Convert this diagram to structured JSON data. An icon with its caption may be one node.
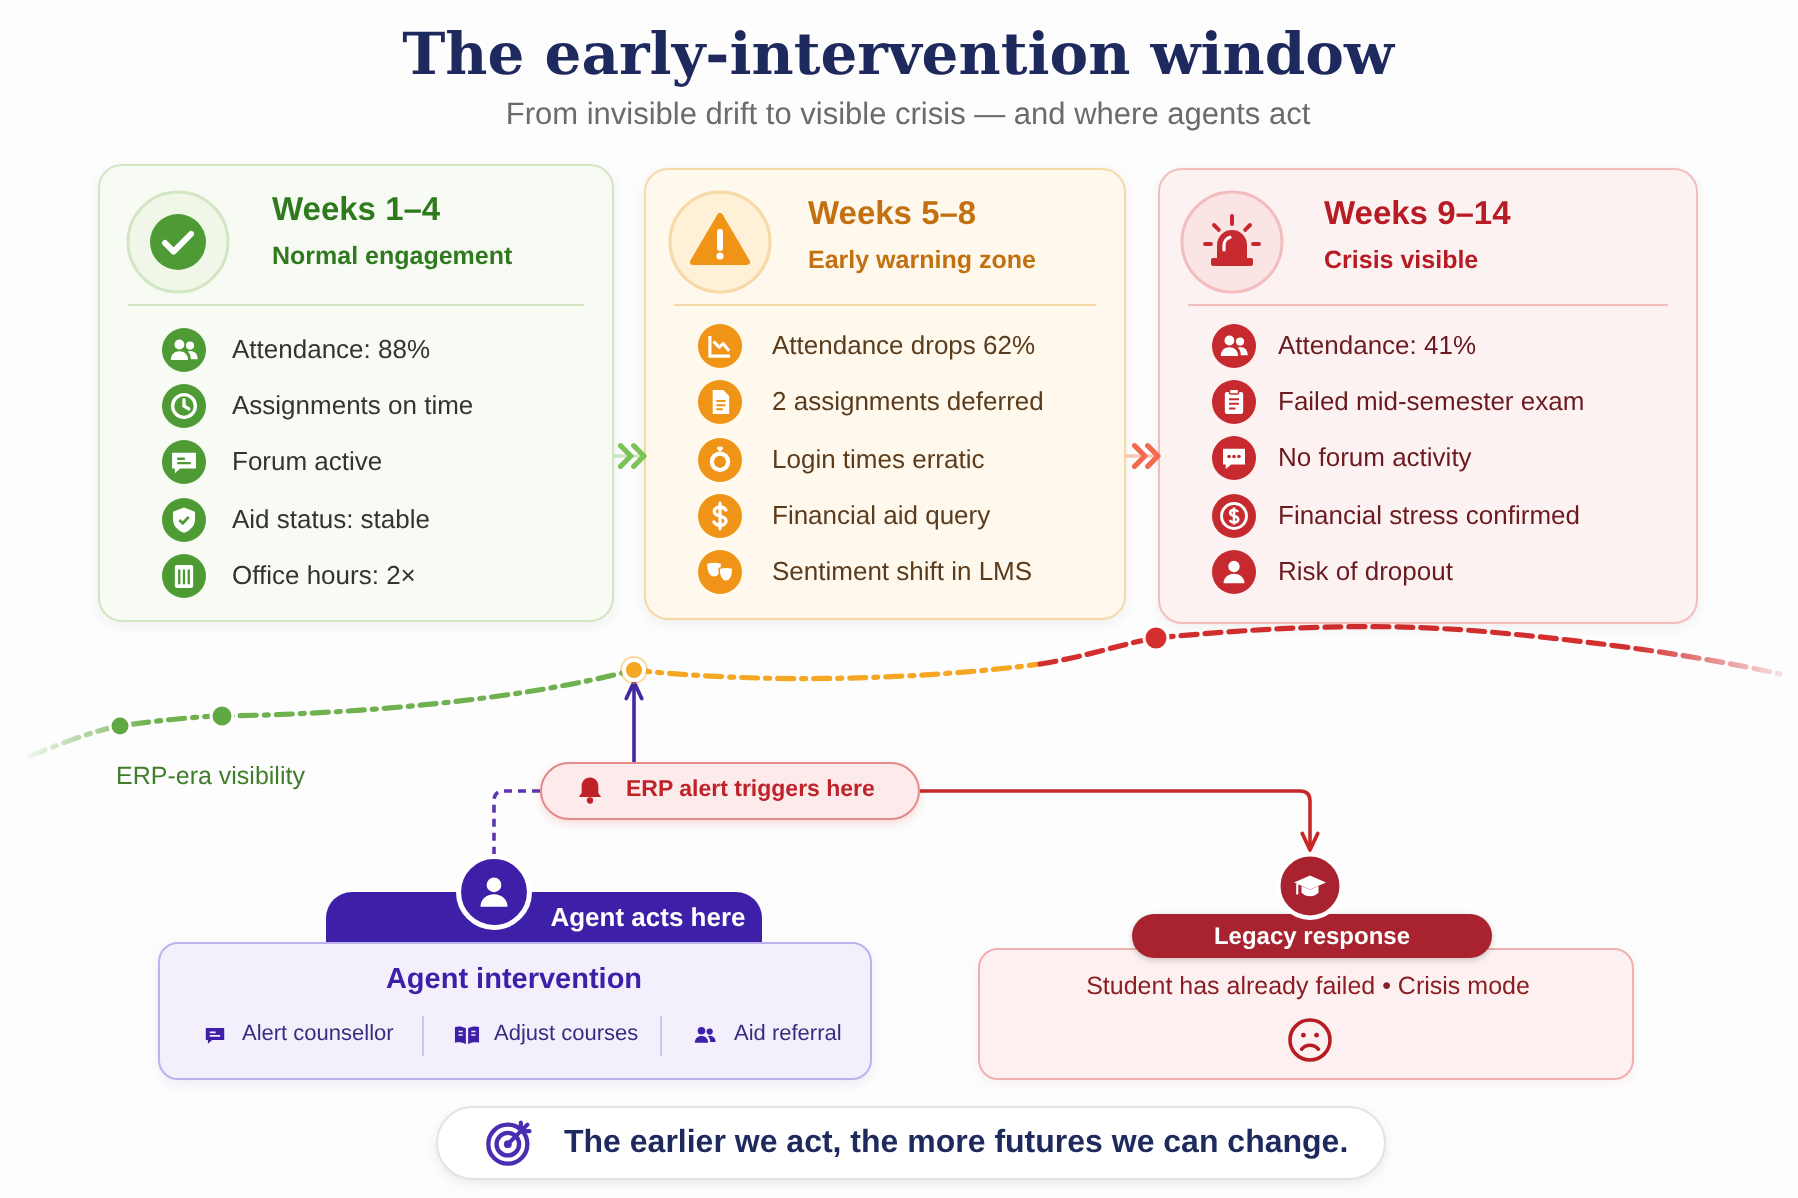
{
  "diagram": {
    "title": "The early-intervention window",
    "nodes": [
      {
        "text": [
          "Weeks 1–4",
          "Normal engagement",
          "Attendance: 88%",
          "Assignments on time",
          "Forum active",
          "Aid status: stable",
          "Office hours: 2×"
        ]
      },
      {
        "text": [
          "Weeks 5–8",
          "Early warning zone",
          "Attendance drops 62%",
          "2 assignments deferred",
          "Login times erratic",
          "Financial aid query",
          "Sentiment shift in LMS"
        ]
      },
      {
        "text": [
          "Weeks 9–14",
          "Crisis visible",
          "Attendance: 41%",
          "Failed mid-semester exam",
          "No forum activity",
          "Financial stress confirmed",
          "Risk of dropout"
        ]
      },
      {
        "text": [],
        "shape": "circle"
      },
      {
        "text": [
          "ERP alert triggers here"
        ]
      },
      {
        "text": [
          "Agent acts here",
          "Agent intervention",
          "Alert counsellor",
          "Adjust courses",
          "Aid referral"
        ]
      },
      {
        "text": [
          "Legacy response",
          "Student has already failed • Crisis mode"
        ]
      },
      {
        "text": [
          "The earlier we act, the more futures we can change."
        ]
      }
    ],
    "edges": [
      {
        "from": 0,
        "to": 1,
        "arrow": "to",
        "color": "#7cc35a"
      },
      {
        "from": 1,
        "to": 2,
        "arrow": "to",
        "color": "#f26b4f"
      },
      {
        "from": 4,
        "to": 3,
        "arrow": "to",
        "color": "#4527a0"
      },
      {
        "from": 4,
        "to": 6,
        "arrow": "to",
        "color": "#c62828"
      },
      {
        "from": 4,
        "to": 5,
        "arrow": "none",
        "style": "dashed",
        "color": "#5e35b1"
      }
    ],
    "labels": [
      "From invisible drift to visible crisis — and where agents act",
      "ERP-era visibility"
    ]
  }
}
